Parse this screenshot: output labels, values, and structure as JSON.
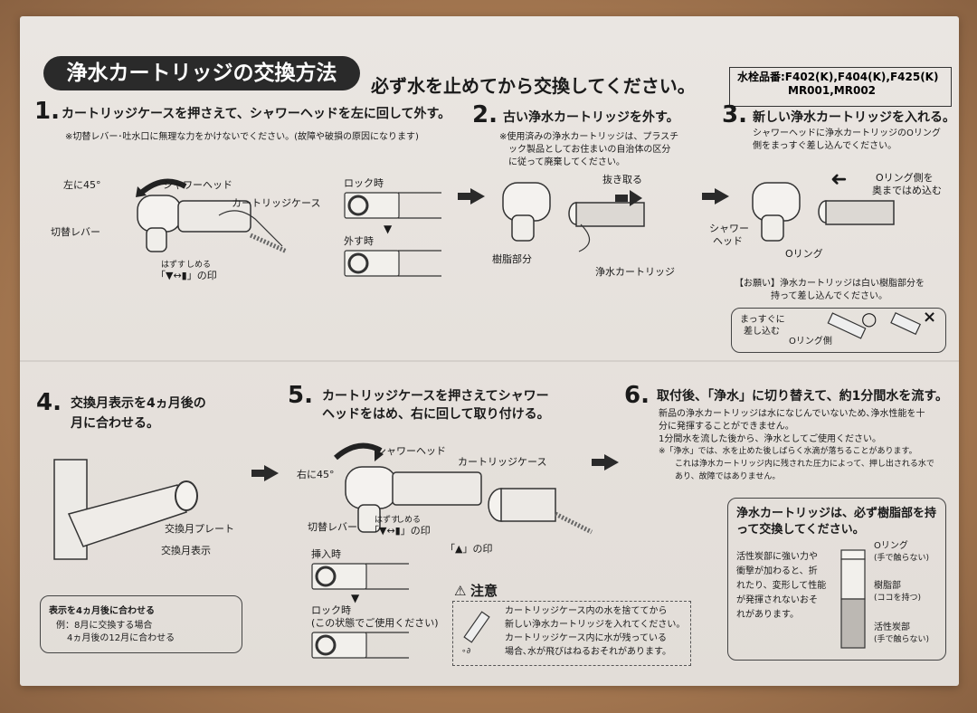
{
  "header": {
    "title": "浄水カートリッジの交換方法",
    "subtitle": "必ず水を止めてから交換してください。",
    "models_line1": "水栓品番:F402(K),F404(K),F425(K)",
    "models_line2": "MR001,MR002"
  },
  "step1": {
    "num": "1.",
    "text": "カートリッジケースを押さえて、シャワーヘッドを左に回して外す。",
    "note": "※切替レバー･吐水口に無理な力をかけないでください。(故障や破損の原因になります)",
    "label_left45": "左に45°",
    "label_showerhead": "シャワーヘッド",
    "label_case": "カートリッジケース",
    "label_lever": "切替レバー",
    "label_hazusu": "はずす",
    "label_shimeru": "しめる",
    "label_mark": "「▼↔▮」の印",
    "label_lock": "ロック時",
    "label_remove": "外す時"
  },
  "step2": {
    "num": "2.",
    "text": "古い浄水カートリッジを外す。",
    "note1": "※使用済みの浄水カートリッジは、プラスチ",
    "note2": "ック製品としてお住まいの自治体の区分",
    "note3": "に従って廃棄してください。",
    "label_pull": "抜き取る",
    "label_resin": "樹脂部分",
    "label_cartridge": "浄水カートリッジ"
  },
  "step3": {
    "num": "3.",
    "text": "新しい浄水カートリッジを入れる。",
    "note1": "シャワーヘッドに浄水カートリッジのOリング",
    "note2": "側をまっすぐ差し込んでください。",
    "label_oring_side1": "Oリング側を",
    "label_oring_side2": "奥まではめ込む",
    "label_shower1": "シャワー",
    "label_shower2": "ヘッド",
    "label_oring": "Oリング",
    "request1": "【お願い】浄水カートリッジは白い樹脂部分を",
    "request2": "持って差し込んでください。",
    "label_straight1": "まっすぐに",
    "label_straight2": "差し込む",
    "label_oring_side": "Oリング側",
    "mark_ok": "○",
    "mark_ng": "×"
  },
  "step4": {
    "num": "4.",
    "text1": "交換月表示を4ヵ月後の",
    "text2": "月に合わせる。",
    "label_plate": "交換月プレート",
    "label_display": "交換月表示",
    "box_title": "表示を4ヵ月後に合わせる",
    "box_ex1": "例：8月に交換する場合",
    "box_ex2": "4ヵ月後の12月に合わせる"
  },
  "step5": {
    "num": "5.",
    "text1": "カートリッジケースを押さえてシャワー",
    "text2": "ヘッドをはめ、右に回して取り付ける。",
    "label_right45": "右に45°",
    "label_showerhead": "シャワーヘッド",
    "label_case": "カートリッジケース",
    "label_lever": "切替レバー",
    "label_hazusu": "はずす",
    "label_shimeru": "しめる",
    "label_mark": "「▼↔▮」の印",
    "label_amark": "「▲」の印",
    "label_insert": "挿入時",
    "label_lock1": "ロック時",
    "label_lock2": "(この状態でご使用ください)"
  },
  "caution": {
    "title": "注意",
    "line1": "カートリッジケース内の水を捨ててから",
    "line2": "新しい浄水カートリッジを入れてください。",
    "line3": "カートリッジケース内に水が残っている",
    "line4": "場合､水が飛びはねるおそれがあります。"
  },
  "step6": {
    "num": "6.",
    "text": "取付後、「浄水」に切り替えて、約1分間水を流す。",
    "body1": "新品の浄水カートリッジは水になじんでいないため､浄水性能を十",
    "body2": "分に発揮することができません。",
    "body3": "1分間水を流した後から、浄水としてご使用ください。",
    "note1": "※「浄水」では、水を止めた後しばらく水滴が落ちることがあります。",
    "note2": "これは浄水カートリッジ内に残された圧力によって、押し出される水で",
    "note3": "あり、故障ではありません。"
  },
  "resin_box": {
    "title1": "浄水カートリッジは、必ず樹脂部を持",
    "title2": "って交換してください。",
    "body1": "活性炭部に強い力や",
    "body2": "衝撃が加わると、折",
    "body3": "れたり、変形して性能",
    "body4": "が発揮されないおそ",
    "body5": "れがあります。",
    "label_oring": "Oリング",
    "label_oring_note": "(手で触らない)",
    "label_resin": "樹脂部",
    "label_resin_note": "(ココを持つ)",
    "label_carbon": "活性炭部",
    "label_carbon_note": "(手で触らない)"
  },
  "colors": {
    "ink": "#1a1a1a",
    "paper": "#e8e4e0",
    "accent": "#2a2a2a"
  }
}
